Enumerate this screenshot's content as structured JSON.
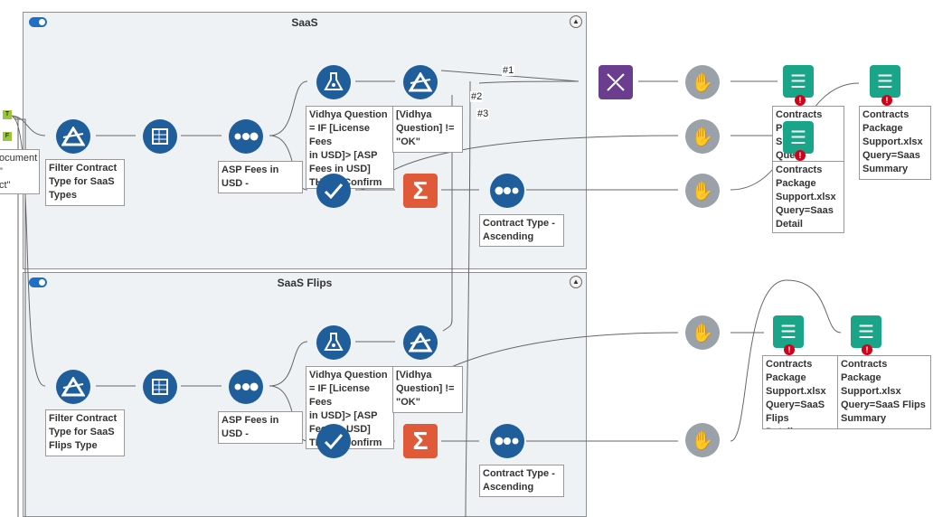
{
  "containers": {
    "saas": {
      "title": "SaaS"
    },
    "saas_flips": {
      "title": "SaaS Flips"
    }
  },
  "connection_labels": [
    "#1",
    "#2",
    "#3"
  ],
  "partial_annotation": "ocument\n\"\nct\"",
  "saas": {
    "filter_label": "Filter Contract\nType for SaaS\nTypes",
    "sort_label": "ASP Fees in USD -\nDescending",
    "formula_label": "Vidhya Question\n= IF [License Fees\nin USD]> [ASP\nFees in USD]\nTHEN \"Confirm\nCo",
    "filter2_label": "[Vidhya\nQuestion] !=\n\"OK\"",
    "sort2_label": "Contract Type -\nAscending"
  },
  "flips": {
    "filter_label": "Filter Contract\nType for SaaS\nFlips Type",
    "sort_label": "ASP Fees in USD -\nDescending",
    "formula_label": "Vidhya Question\n= IF [License Fees\nin USD]> [ASP\nFees in USD]\nTHEN \"Confirm",
    "filter2_label": "[Vidhya\nQuestion] !=\n\"OK\"",
    "sort2_label": "Contract Type -\nAscending"
  },
  "outputs": {
    "out1": "Contracts\nPackage\nSupport.xlsx\nQuery=Saas\nDetail",
    "out1_behind": "Contracts\nPac\nSu      .xlsx\nQue   Questions",
    "out2": "Contracts\nPackage\nSupport.xlsx\nQuery=Saas\nSummary",
    "out3": "Contracts\nPackage\nSupport.xlsx\nQuery=SaaS Flips\nDetail",
    "out4": "Contracts\nPackage\nSupport.xlsx\nQuery=SaaS Flips\nSummary"
  },
  "anchor_labels": {
    "t": "T",
    "f": "F",
    "one": "1",
    "two": "2",
    "three": "3"
  },
  "colors": {
    "tool_blue": "#1f5d9b",
    "summarize_red": "#e05a3a",
    "join_purple": "#6a3d8f",
    "output_teal": "#1aa589",
    "anchor_green": "#9bc53d",
    "error_red": "#d0021b"
  }
}
